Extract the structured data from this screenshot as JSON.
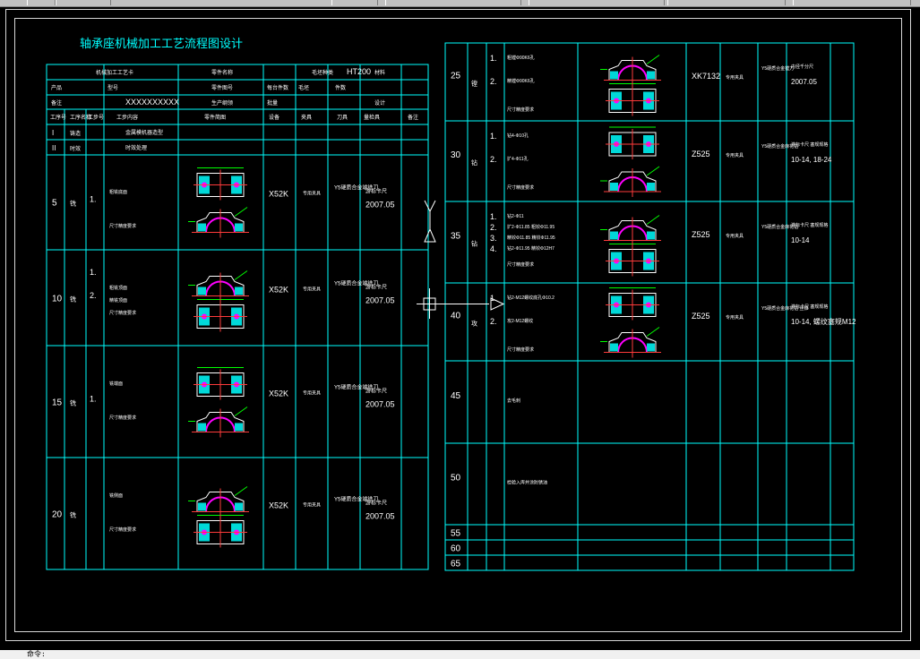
{
  "title": "轴承座机械加工工艺流程图设计",
  "material": "HT200",
  "part_code": "XXXXXXXXXX",
  "colors": {
    "background": "#000000",
    "cad_line": "#00ffff",
    "cad_text": "#ffffff",
    "title_text": "#00ffff",
    "dim_line": "#00ff00",
    "center_line": "#ff3b3b",
    "hatch": "#ff00ff",
    "part_fill": "#00d8d8"
  },
  "icons": [
    "up-arrow-icon",
    "crosshair-icon",
    "right-arrow-icon"
  ],
  "left_table": {
    "header_rows": [
      [
        "机械加工工艺卡",
        "零件名称",
        "",
        "毛坯种类",
        "HT200",
        "材料"
      ],
      [
        "产品",
        "型号",
        "零件图号",
        "每台件数",
        "毛坯",
        "件数"
      ],
      [
        "备注",
        "XXXXXXXXXX",
        "生产纲领",
        "批量",
        "",
        "设计"
      ]
    ],
    "column_headers": [
      "工序号",
      "工序名称",
      "工步号",
      "工步内容",
      "零件简图",
      "设备",
      "夹具",
      "刀具",
      "量检具",
      "备注"
    ],
    "roman_rows": [
      {
        "no": "I",
        "name": "铸造",
        "content": "金属模机器造型"
      },
      {
        "no": "II",
        "name": "时效",
        "content": "时效处理"
      }
    ],
    "ops": [
      {
        "no": "5",
        "name": "铣",
        "steps": [
          "1."
        ],
        "texts": [
          "粗铣底面",
          "尺寸精度要求"
        ],
        "machine": "X52K",
        "fixture": "专用夹具",
        "tool": "Y5硬质合金端铣刀",
        "gauge": "游标卡尺",
        "gauge2": "2007.05"
      },
      {
        "no": "10",
        "name": "铣",
        "steps": [
          "1.",
          "2."
        ],
        "texts": [
          "粗铣顶面",
          "精铣顶面",
          "尺寸精度要求"
        ],
        "machine": "X52K",
        "fixture": "专用夹具",
        "tool": "Y5硬质合金端铣刀",
        "gauge": "游标卡尺",
        "gauge2": "2007.05"
      },
      {
        "no": "15",
        "name": "铣",
        "steps": [
          "1."
        ],
        "texts": [
          "铣端面",
          "尺寸精度要求"
        ],
        "machine": "X52K",
        "fixture": "专用夹具",
        "tool": "Y5硬质合金端铣刀",
        "gauge": "游标卡尺",
        "gauge2": "2007.05"
      },
      {
        "no": "20",
        "name": "铣",
        "steps": [],
        "texts": [
          "铣侧面",
          "尺寸精度要求"
        ],
        "machine": "X52K",
        "fixture": "专用夹具",
        "tool": "Y5硬质合金端铣刀",
        "gauge": "游标卡尺",
        "gauge2": "2007.05"
      }
    ]
  },
  "right_table": {
    "ops": [
      {
        "no": "25",
        "name": "镗",
        "steps": [
          "1.",
          "2."
        ],
        "texts": [
          "粗镗Φ90K6孔",
          "精镗Φ90K6孔",
          "尺寸精度要求"
        ],
        "machine": "XK7132",
        "fixture": "专用夹具",
        "tool": "Y5硬质合金镗刀",
        "gauge": "内径千分尺",
        "gauge2": "2007.05"
      },
      {
        "no": "30",
        "name": "钻",
        "steps": [
          "1.",
          "2."
        ],
        "texts": [
          "钻4-Φ10孔",
          "扩4-Φ11孔",
          "尺寸精度要求"
        ],
        "machine": "Z525",
        "fixture": "专用夹具",
        "tool": "Y5硬质合金麻花钻",
        "gauge": "游标卡尺 塞规规格",
        "gauge2": "10-14, 18-24"
      },
      {
        "no": "35",
        "name": "钻",
        "steps": [
          "1.",
          "2.",
          "3.",
          "4."
        ],
        "texts": [
          "钻2-Φ11",
          "扩2-Φ11.85 粗铰Φ11.95",
          "精铰Φ11.85 精铰Φ11.95",
          "钻2-Φ11.95 精铰Φ12H7",
          "尺寸精度要求"
        ],
        "machine": "Z525",
        "fixture": "专用夹具",
        "tool": "Y5硬质合金麻花钻",
        "gauge": "游标卡尺 塞规规格",
        "gauge2": "10-14"
      },
      {
        "no": "40",
        "name": "攻",
        "steps": [
          "1.",
          "2."
        ],
        "texts": [
          "钻2-M12螺纹底孔Φ10.2",
          "攻2-M12螺纹",
          "尺寸精度要求"
        ],
        "machine": "Z525",
        "fixture": "专用夹具",
        "tool": "Y5硬质合金麻花钻 丝锥",
        "gauge": "游标卡尺 塞规规格",
        "gauge2": "10-14, 螺纹塞规M12"
      },
      {
        "no": "45",
        "name": "",
        "steps": [],
        "texts": [
          "去毛刺"
        ],
        "machine": "",
        "fixture": "",
        "tool": "",
        "gauge": "",
        "gauge2": ""
      },
      {
        "no": "50",
        "name": "",
        "steps": [],
        "texts": [
          "检验入库并涂防锈油"
        ],
        "machine": "",
        "fixture": "",
        "tool": "",
        "gauge": "",
        "gauge2": ""
      },
      {
        "no": "55",
        "name": "",
        "steps": [],
        "texts": [],
        "machine": "",
        "fixture": "",
        "tool": "",
        "gauge": "",
        "gauge2": ""
      },
      {
        "no": "60",
        "name": "",
        "steps": [],
        "texts": [],
        "machine": "",
        "fixture": "",
        "tool": "",
        "gauge": "",
        "gauge2": ""
      },
      {
        "no": "65",
        "name": "",
        "steps": [],
        "texts": [],
        "machine": "",
        "fixture": "",
        "tool": "",
        "gauge": "",
        "gauge2": ""
      }
    ]
  },
  "status_text": "命令:"
}
